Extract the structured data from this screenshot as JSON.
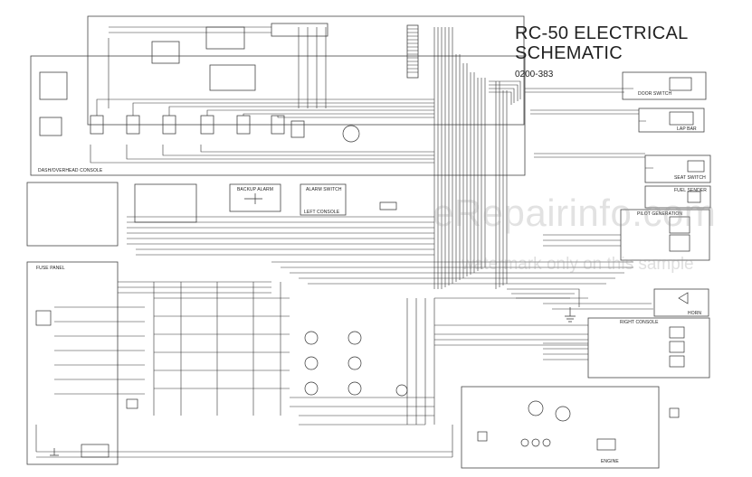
{
  "title": {
    "line1": "RC-50 ELECTRICAL",
    "line2": "SCHEMATIC",
    "doc_number": "0200-383"
  },
  "labels": {
    "dash_console": "DASH/OVERHEAD CONSOLE",
    "fuse_panel": "FUSE PANEL",
    "backup_alarm": "BACKUP ALARM",
    "alarm_switch": "ALARM SWITCH",
    "left_console": "LEFT CONSOLE",
    "door_switch": "DOOR SWITCH",
    "lap_bar": "LAP BAR",
    "seat_switch": "SEAT SWITCH",
    "fuel_sender": "FUEL SENDER",
    "pilot_generation": "PILOT GENERATION",
    "horn": "HORN",
    "right_console": "RIGHT CONSOLE",
    "engine": "ENGINE"
  },
  "watermark": {
    "main": "eRepairinfo.com",
    "sub": "watermark only on this sample"
  },
  "colors": {
    "line": "#333333",
    "text": "#222222",
    "watermark": "#969696"
  }
}
